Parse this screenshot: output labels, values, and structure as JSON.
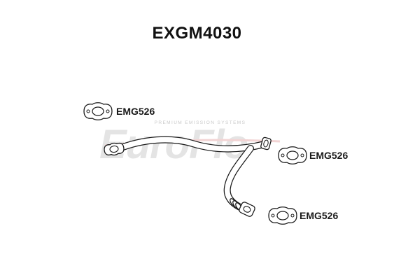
{
  "title": "EXGM4030",
  "watermark": {
    "logo_text": "EuroFlo",
    "tagline": "PREMIUM EMISSION SYSTEMS"
  },
  "parts": [
    {
      "label": "EMG526",
      "icon": "gasket-icon"
    },
    {
      "label": "EMG526",
      "icon": "gasket-icon"
    },
    {
      "label": "EMG526",
      "icon": "gasket-icon"
    }
  ],
  "colors": {
    "outline": "#1a1a1a",
    "watermark": "#e4e4e4",
    "watermark_accent": "#f2d4d4"
  }
}
